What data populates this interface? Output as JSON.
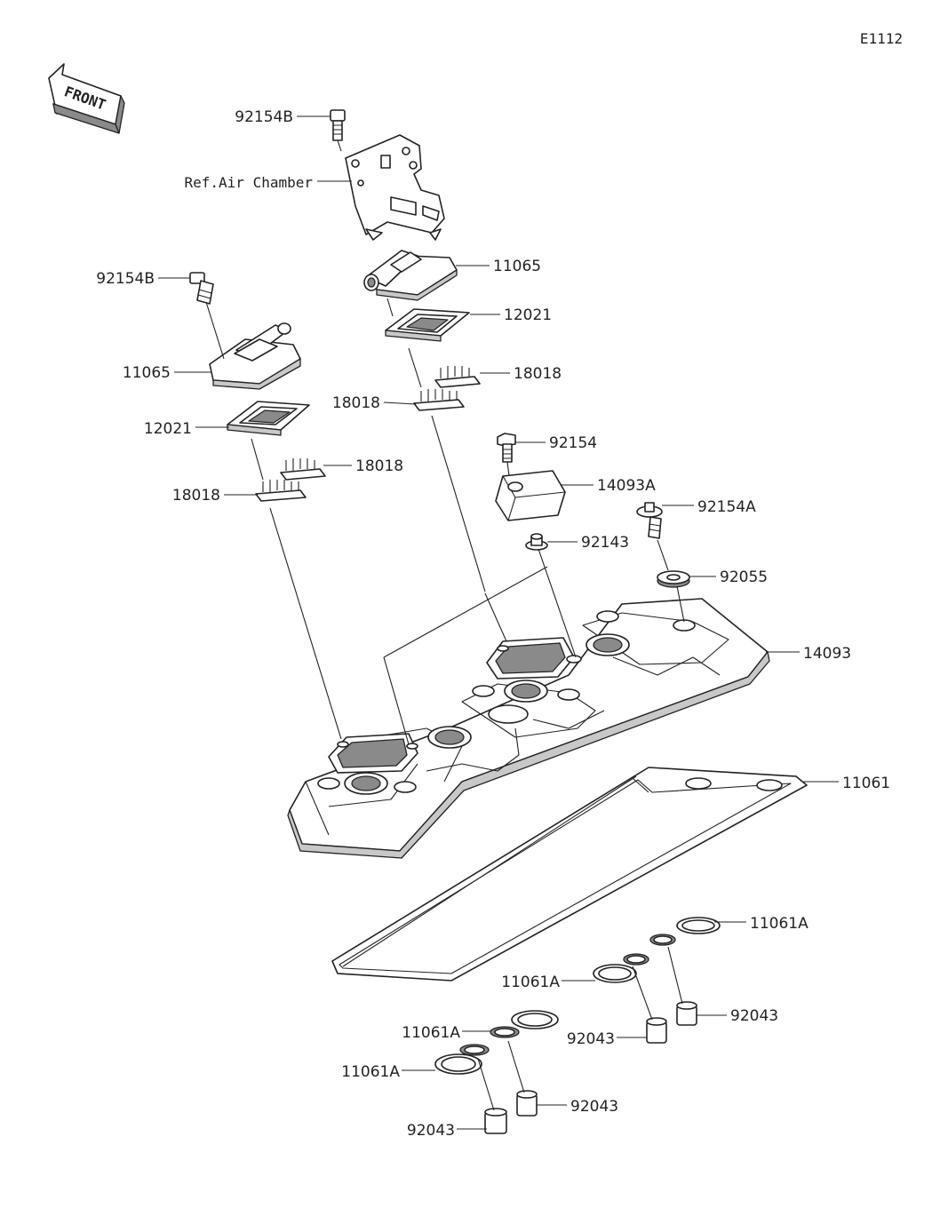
{
  "diagram_code": "E1112",
  "front_label": "FRONT",
  "labels": {
    "p92154B_top": "92154B",
    "ref_air_chamber": "Ref.Air Chamber",
    "p11065_right": "11065",
    "p92154B_left": "92154B",
    "p12021_right": "12021",
    "p11065_left": "11065",
    "p18018_r1": "18018",
    "p18018_r2": "18018",
    "p12021_left": "12021",
    "p92154": "92154",
    "p18018_l1": "18018",
    "p14093A": "14093A",
    "p18018_l2": "18018",
    "p92154A": "92154A",
    "p92143": "92143",
    "p92055": "92055",
    "p14093": "14093",
    "p11061": "11061",
    "p11061A_r1": "11061A",
    "p11061A_r2": "11061A",
    "p92043_r1": "92043",
    "p92043_r2": "92043",
    "p11061A_l1": "11061A",
    "p11061A_l2": "11061A",
    "p92043_l1": "92043",
    "p92043_l2": "92043"
  }
}
